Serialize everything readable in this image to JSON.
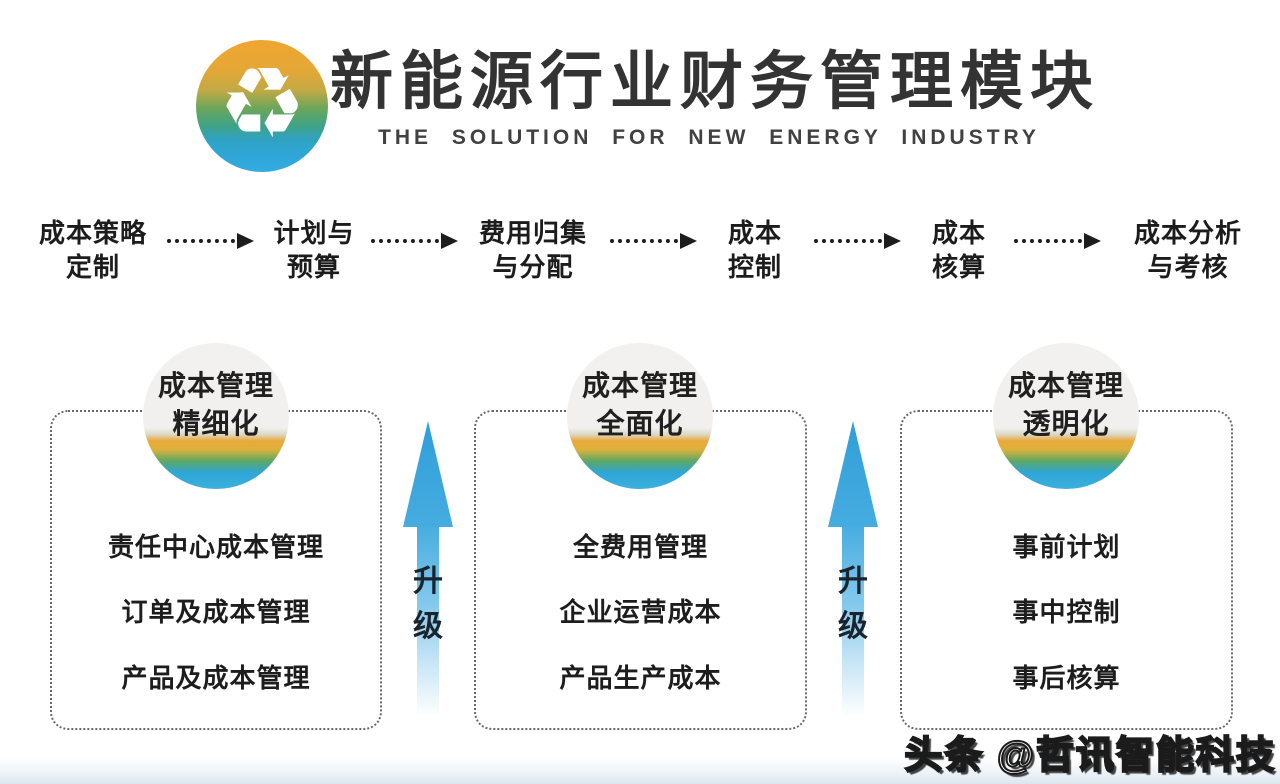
{
  "header": {
    "title": "新能源行业财务管理模块",
    "subtitle": "THE SOLUTION FOR NEW ENERGY INDUSTRY"
  },
  "icons": {
    "recycle": "♻"
  },
  "flow": {
    "steps": [
      {
        "line1": "成本策略",
        "line2": "定制"
      },
      {
        "line1": "计划与",
        "line2": "预算"
      },
      {
        "line1": "费用归集",
        "line2": "与分配"
      },
      {
        "line1": "成本",
        "line2": "控制"
      },
      {
        "line1": "成本",
        "line2": "核算"
      },
      {
        "line1": "成本分析",
        "line2": "与考核"
      }
    ]
  },
  "panels": [
    {
      "badge": {
        "line1": "成本管理",
        "line2": "精细化"
      },
      "items": [
        "责任中心成本管理",
        "订单及成本管理",
        "产品及成本管理"
      ]
    },
    {
      "badge": {
        "line1": "成本管理",
        "line2": "全面化"
      },
      "items": [
        "全费用管理",
        "企业运营成本",
        "产品生产成本"
      ]
    },
    {
      "badge": {
        "line1": "成本管理",
        "line2": "透明化"
      },
      "items": [
        "事前计划",
        "事中控制",
        "事后核算"
      ]
    }
  ],
  "upgrade": {
    "label": "升级"
  },
  "watermark": "头条 @哲讯智能科技",
  "colors": {
    "arrow_blue": "#3aa7de",
    "gradient_yellow": "#e9a83a",
    "gradient_green": "#55a76a",
    "gradient_teal": "#2ca5d6",
    "text_dark": "#1f1f1f"
  }
}
